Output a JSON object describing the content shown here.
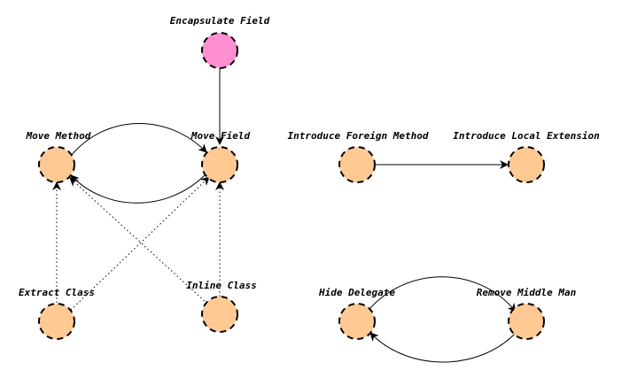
{
  "colors": {
    "node_default": "#FFC994",
    "node_highlight": "#FF8FD0",
    "stroke": "#000000"
  },
  "nodes": [
    {
      "id": "encapsulate-field",
      "label": "Encapsulate Field",
      "highlight": true
    },
    {
      "id": "move-method",
      "label": "Move Method"
    },
    {
      "id": "move-field",
      "label": "Move Field"
    },
    {
      "id": "introduce-foreign-method",
      "label": "Introduce Foreign Method"
    },
    {
      "id": "introduce-local-extension",
      "label": "Introduce Local Extension"
    },
    {
      "id": "extract-class",
      "label": "Extract Class"
    },
    {
      "id": "inline-class",
      "label": "Inline Class"
    },
    {
      "id": "hide-delegate",
      "label": "Hide Delegate"
    },
    {
      "id": "remove-middle-man",
      "label": "Remove Middle Man"
    }
  ],
  "edges": [
    {
      "from": "encapsulate-field",
      "to": "move-field",
      "style": "solid"
    },
    {
      "from": "move-method",
      "to": "move-field",
      "style": "solid"
    },
    {
      "from": "move-field",
      "to": "move-method",
      "style": "solid"
    },
    {
      "from": "introduce-foreign-method",
      "to": "introduce-local-extension",
      "style": "solid"
    },
    {
      "from": "extract-class",
      "to": "move-method",
      "style": "dotted"
    },
    {
      "from": "extract-class",
      "to": "move-field",
      "style": "dotted"
    },
    {
      "from": "inline-class",
      "to": "move-method",
      "style": "dotted"
    },
    {
      "from": "inline-class",
      "to": "move-field",
      "style": "dotted"
    },
    {
      "from": "hide-delegate",
      "to": "remove-middle-man",
      "style": "solid"
    },
    {
      "from": "remove-middle-man",
      "to": "hide-delegate",
      "style": "solid"
    }
  ]
}
